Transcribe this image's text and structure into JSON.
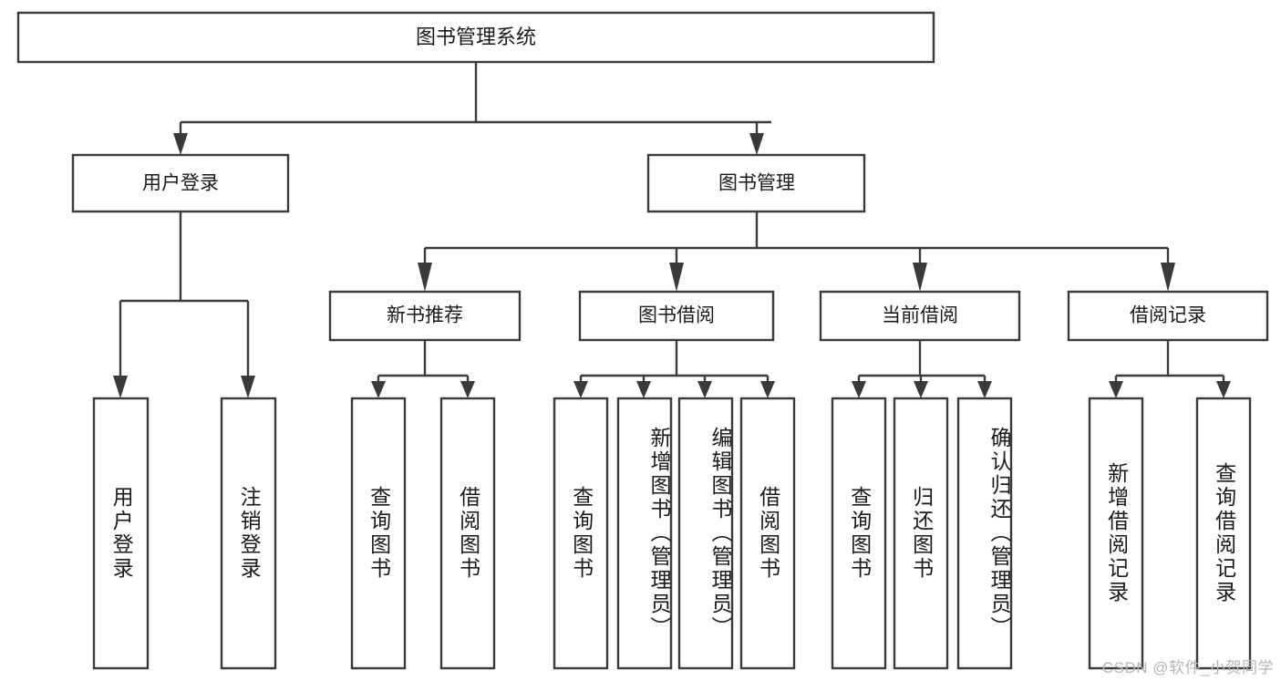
{
  "diagram": {
    "type": "tree-hierarchy",
    "title": "图书管理系统",
    "watermark": "CSDN @软件_小贺同学",
    "colors": {
      "box_stroke": "#3a3a3a",
      "box_fill": "#ffffff",
      "text": "#1a1a1a",
      "background": "#ffffff",
      "watermark": "#b6b6b6"
    },
    "root": {
      "label": "图书管理系统"
    },
    "level1": [
      {
        "label": "用户登录"
      },
      {
        "label": "图书管理"
      }
    ],
    "level2": [
      {
        "label": "新书推荐"
      },
      {
        "label": "图书借阅"
      },
      {
        "label": "当前借阅"
      },
      {
        "label": "借阅记录"
      }
    ],
    "leaves": {
      "user_login": [
        {
          "label": "用户登录"
        },
        {
          "label": "注销登录"
        }
      ],
      "new_book_recommend": [
        {
          "label": "查询图书"
        },
        {
          "label": "借阅图书"
        }
      ],
      "book_borrow": [
        {
          "label": "查询图书"
        },
        {
          "label": "新增图书（管理员）"
        },
        {
          "label": "编辑图书（管理员）"
        },
        {
          "label": "借阅图书"
        }
      ],
      "current_borrow": [
        {
          "label": "查询图书"
        },
        {
          "label": "归还图书"
        },
        {
          "label": "确认归还（管理员）"
        }
      ],
      "borrow_record": [
        {
          "label": "新增借阅记录"
        },
        {
          "label": "查询借阅记录"
        }
      ]
    }
  }
}
